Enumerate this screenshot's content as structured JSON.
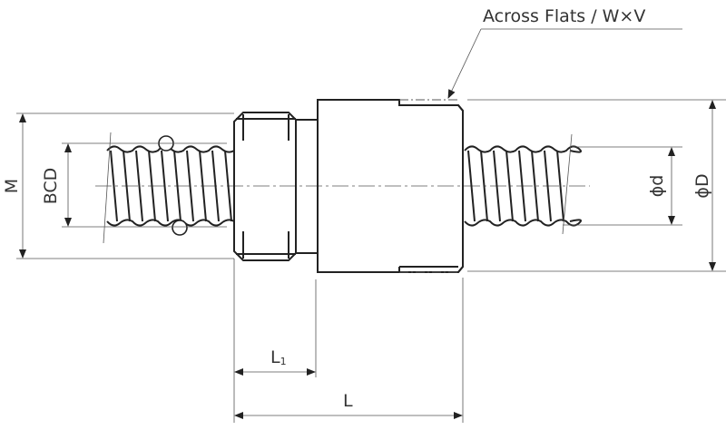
{
  "diagram": {
    "callout": "Across Flats / W×V",
    "dimensions": {
      "M": "M",
      "BCD": "BCD",
      "phi_d": "ϕd",
      "phi_D": "ϕD",
      "L1_main": "L",
      "L1_sub": "1",
      "L": "L"
    },
    "line_color": "#222222",
    "text_color": "#333333"
  }
}
